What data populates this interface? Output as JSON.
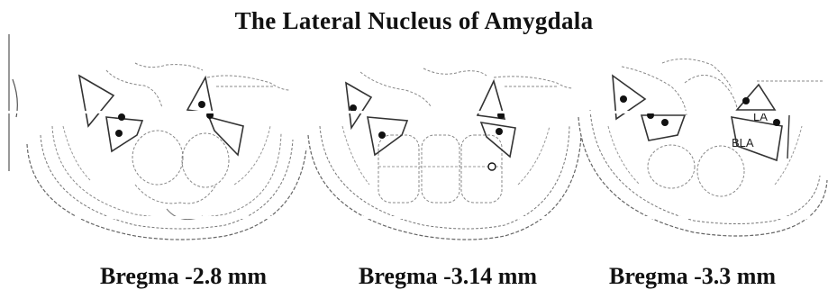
{
  "title": "The Lateral Nucleus of Amygdala",
  "panels": [
    {
      "caption": "Bregma -2.8 mm"
    },
    {
      "caption": "Bregma -3.14 mm"
    },
    {
      "caption": "Bregma -3.3 mm",
      "labels": {
        "la": "LA",
        "bla": "BLA"
      }
    }
  ],
  "colors": {
    "ink": "#111111",
    "outline": "#555555",
    "dash": "#8a8a8a"
  }
}
